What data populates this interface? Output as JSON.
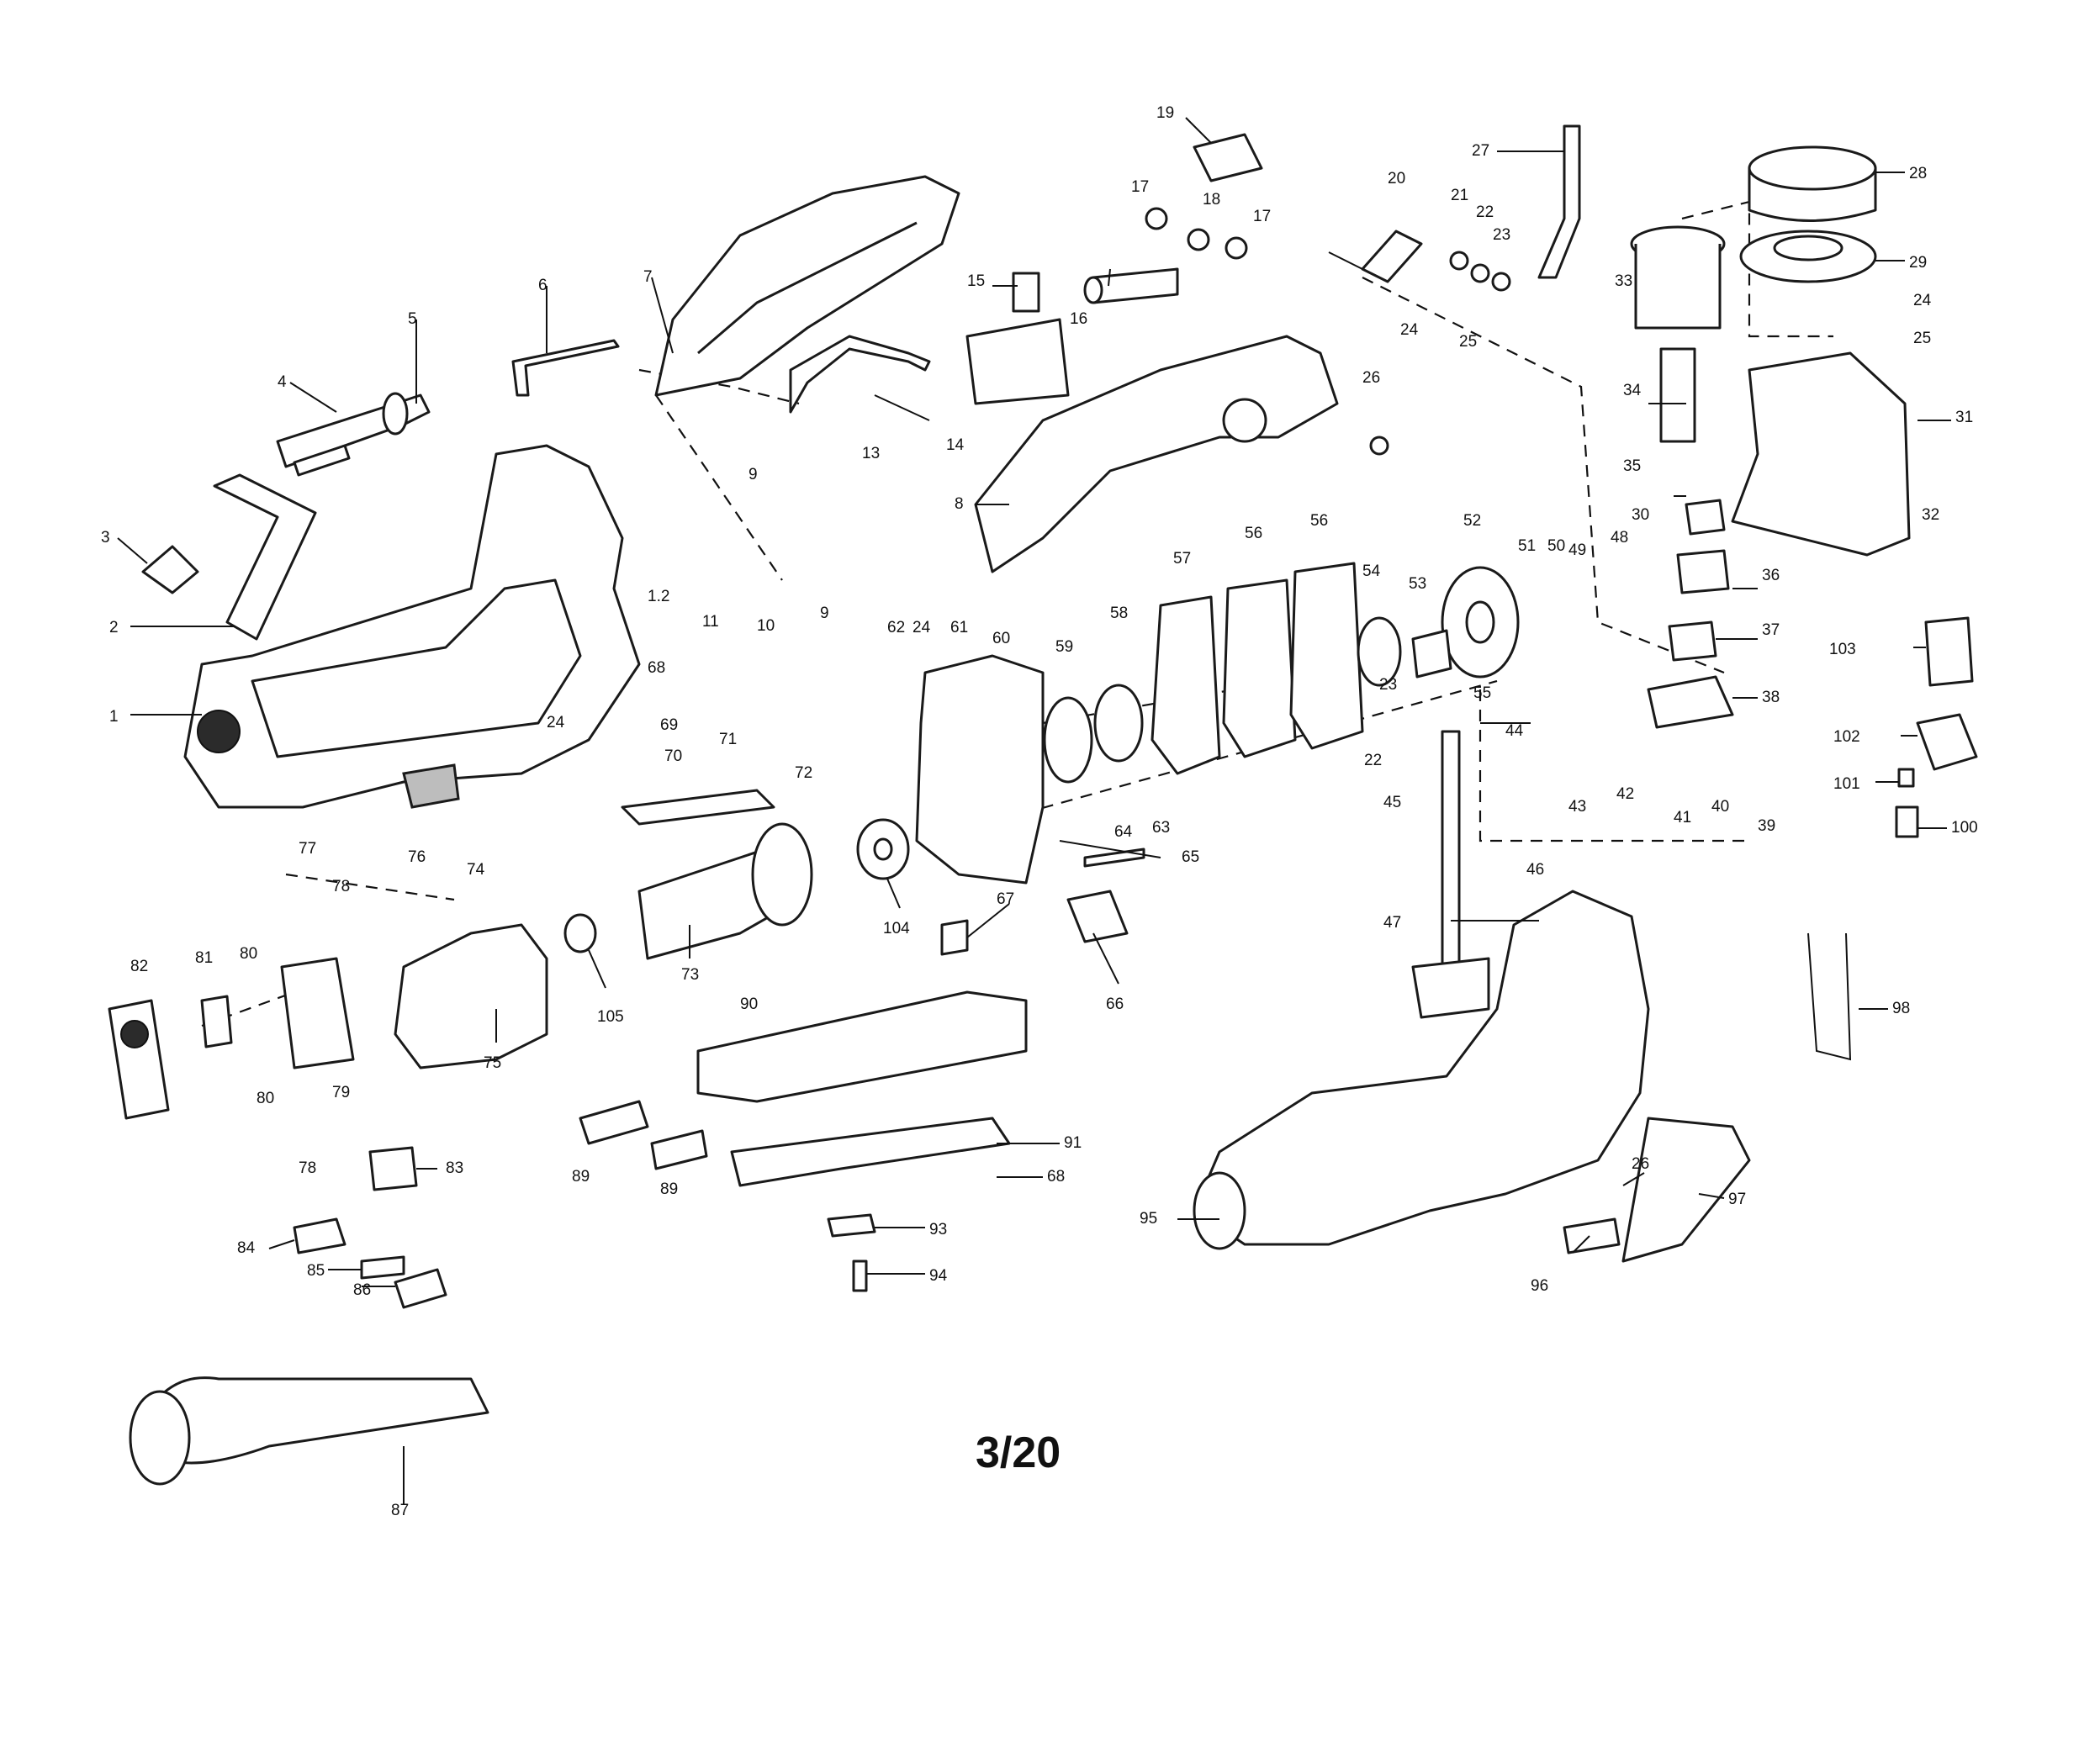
{
  "page_label": "3/20",
  "callouts": [
    "1",
    "2",
    "3",
    "4",
    "5",
    "6",
    "7",
    "8",
    "9",
    "9",
    "10",
    "11",
    "1.2",
    "13",
    "14",
    "15",
    "16",
    "17",
    "17",
    "18",
    "19",
    "20",
    "21",
    "22",
    "22",
    "23",
    "23",
    "24",
    "24",
    "24",
    "24",
    "25",
    "25",
    "26",
    "26",
    "27",
    "28",
    "29",
    "30",
    "31",
    "32",
    "33",
    "34",
    "35",
    "36",
    "37",
    "38",
    "39",
    "40",
    "41",
    "42",
    "43",
    "44",
    "45",
    "46",
    "47",
    "48",
    "49",
    "50",
    "51",
    "52",
    "53",
    "54",
    "55",
    "56",
    "57",
    "58",
    "59",
    "60",
    "61",
    "62",
    "63",
    "64",
    "65",
    "66",
    "67",
    "68",
    "68",
    "69",
    "70",
    "71",
    "72",
    "73",
    "74",
    "75",
    "76",
    "77",
    "78",
    "78",
    "79",
    "80",
    "80",
    "81",
    "82",
    "83",
    "84",
    "85",
    "86",
    "87",
    "89",
    "89",
    "90",
    "91",
    "93",
    "94",
    "95",
    "96",
    "97",
    "98",
    "100",
    "101",
    "102",
    "103",
    "104",
    "105"
  ]
}
